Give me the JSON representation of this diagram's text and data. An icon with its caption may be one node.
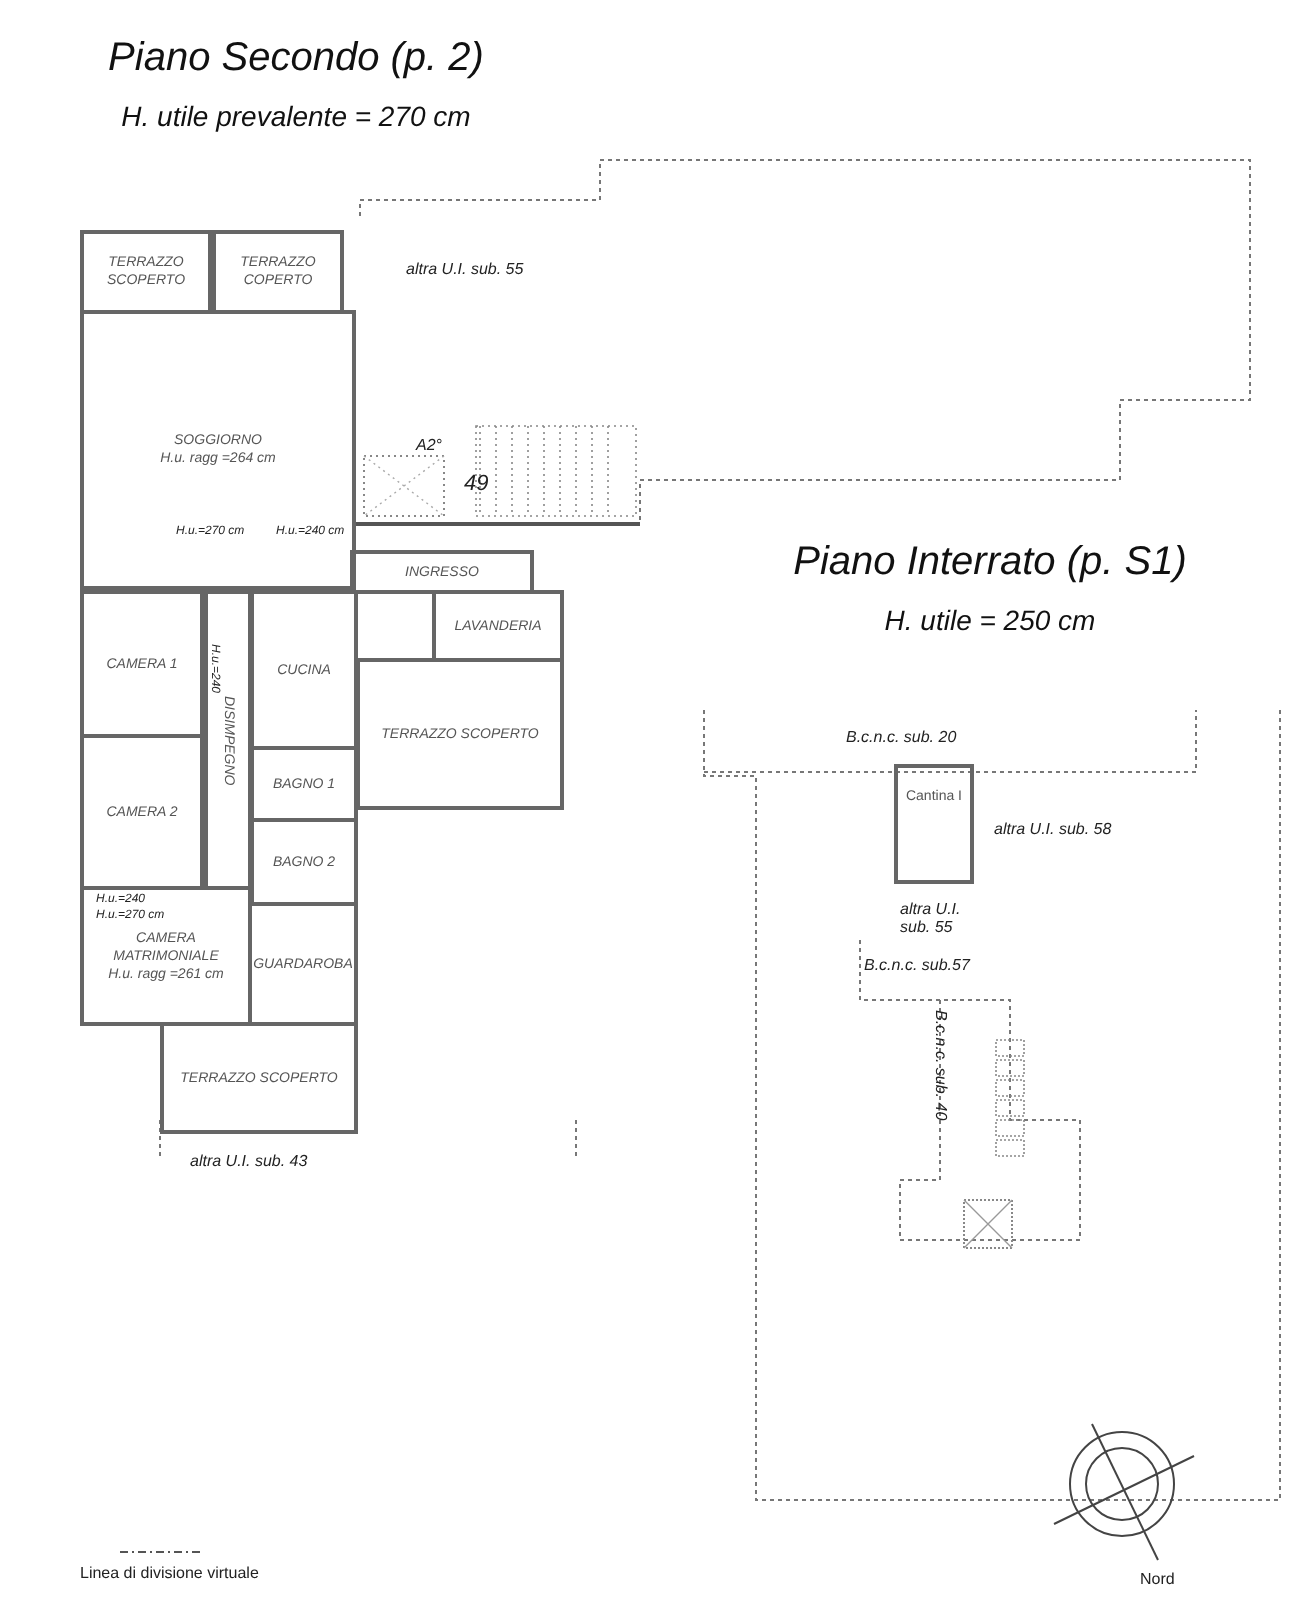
{
  "diagram": {
    "nodes": [
      {
        "text": [
          "Piano Secondo (p. 2)",
          "H. utile prevalente = 270 cm"
        ]
      },
      {
        "text": [
          "TERRAZZO SCOPERTO"
        ],
        "in": 0
      },
      {
        "text": [
          "TERRAZZO COPERTO"
        ],
        "in": 0
      },
      {
        "text": [
          "SOGGIORNO",
          "H.u. ragg =264 cm"
        ],
        "in": 0
      },
      {
        "text": [
          "INGRESSO"
        ],
        "in": 0
      },
      {
        "text": [
          "CAMERA 1"
        ],
        "in": 0
      },
      {
        "text": [
          "CUCINA"
        ],
        "in": 0
      },
      {
        "text": [
          "LAVANDERIA"
        ],
        "in": 0
      },
      {
        "text": [
          "TERRAZZO SCOPERTO"
        ],
        "in": 0
      },
      {
        "text": [
          "DISIMPEGNO"
        ],
        "in": 0
      },
      {
        "text": [
          "BAGNO 1"
        ],
        "in": 0
      },
      {
        "text": [
          "CAMERA 2"
        ],
        "in": 0
      },
      {
        "text": [
          "BAGNO 2"
        ],
        "in": 0
      },
      {
        "text": [
          "CAMERA MATRIMONIALE",
          "H.u. ragg =261 cm"
        ],
        "in": 0
      },
      {
        "text": [
          "GUARDAROBA"
        ],
        "in": 0
      },
      {
        "text": [
          "TERRAZZO SCOPERTO"
        ],
        "in": 0
      },
      {
        "text": [
          "Piano Interrato (p. S1)",
          "H. utile = 250 cm"
        ]
      },
      {
        "text": [
          "Cantina I"
        ],
        "in": 16
      }
    ],
    "edges": [],
    "labels": [
      "altra U.I. sub. 55",
      "A2°",
      "49",
      "H.u.=270 cm",
      "H.u.=240 cm",
      "H.u.=240",
      "H.u.=240",
      "H.u.=270 cm",
      "altra U.I. sub. 43",
      "B.c.n.c. sub. 20",
      "altra U.I. sub. 58",
      "altra U.I. sub. 55",
      "B.c.n.c. sub.57",
      "B.c.n.c. sub. 40",
      "Nord"
    ],
    "legend": [
      {
        "text": "Linea di divisione virtuale"
      }
    ]
  }
}
